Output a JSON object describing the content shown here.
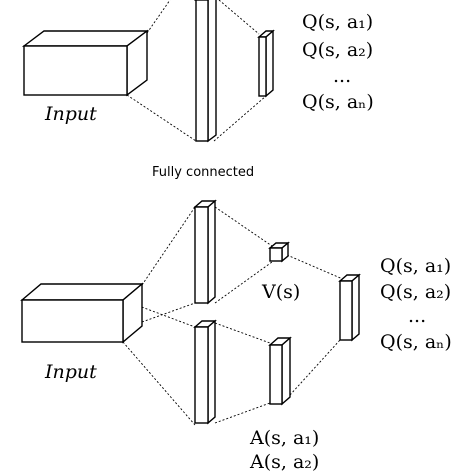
{
  "top": {
    "input_label": "Input",
    "q_outputs": [
      "Q(s, a₁)",
      "Q(s, a₂)",
      "...",
      "Q(s, aₙ)"
    ]
  },
  "caption": "Fully connected",
  "bottom": {
    "input_label": "Input",
    "value_label": "V(s)",
    "q_outputs": [
      "Q(s, a₁)",
      "Q(s, a₂)",
      "...",
      "Q(s, aₙ)"
    ],
    "advantage_labels": [
      "A(s, a₁)",
      "A(s, a₂)"
    ]
  }
}
